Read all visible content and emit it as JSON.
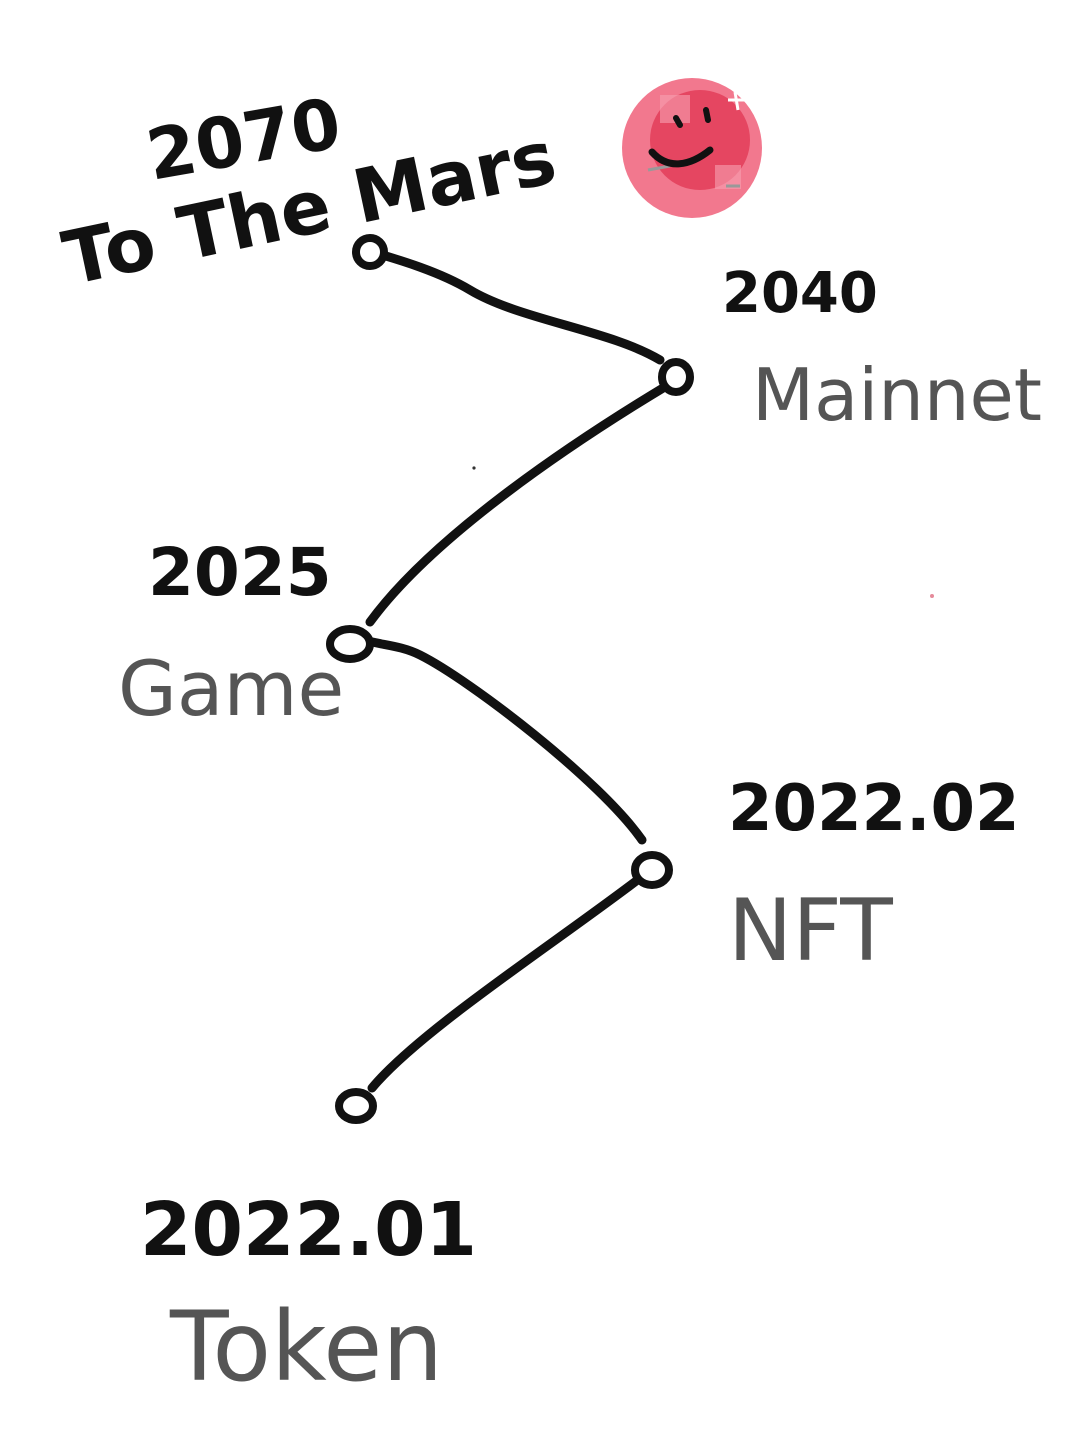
{
  "milestones": [
    {
      "year": "2022.01",
      "label": "Token"
    },
    {
      "year": "2022.02",
      "label": "NFT"
    },
    {
      "year": "2025",
      "label": "Game"
    },
    {
      "year": "2040",
      "label": "Mainnet"
    },
    {
      "year": "2070",
      "label": "To The Mars"
    }
  ],
  "colors": {
    "ink": "#111111",
    "label_ink": "#555555",
    "planet": "#f0607a",
    "planet_dark": "#e0304f"
  },
  "icon": "smiling-planet-icon"
}
